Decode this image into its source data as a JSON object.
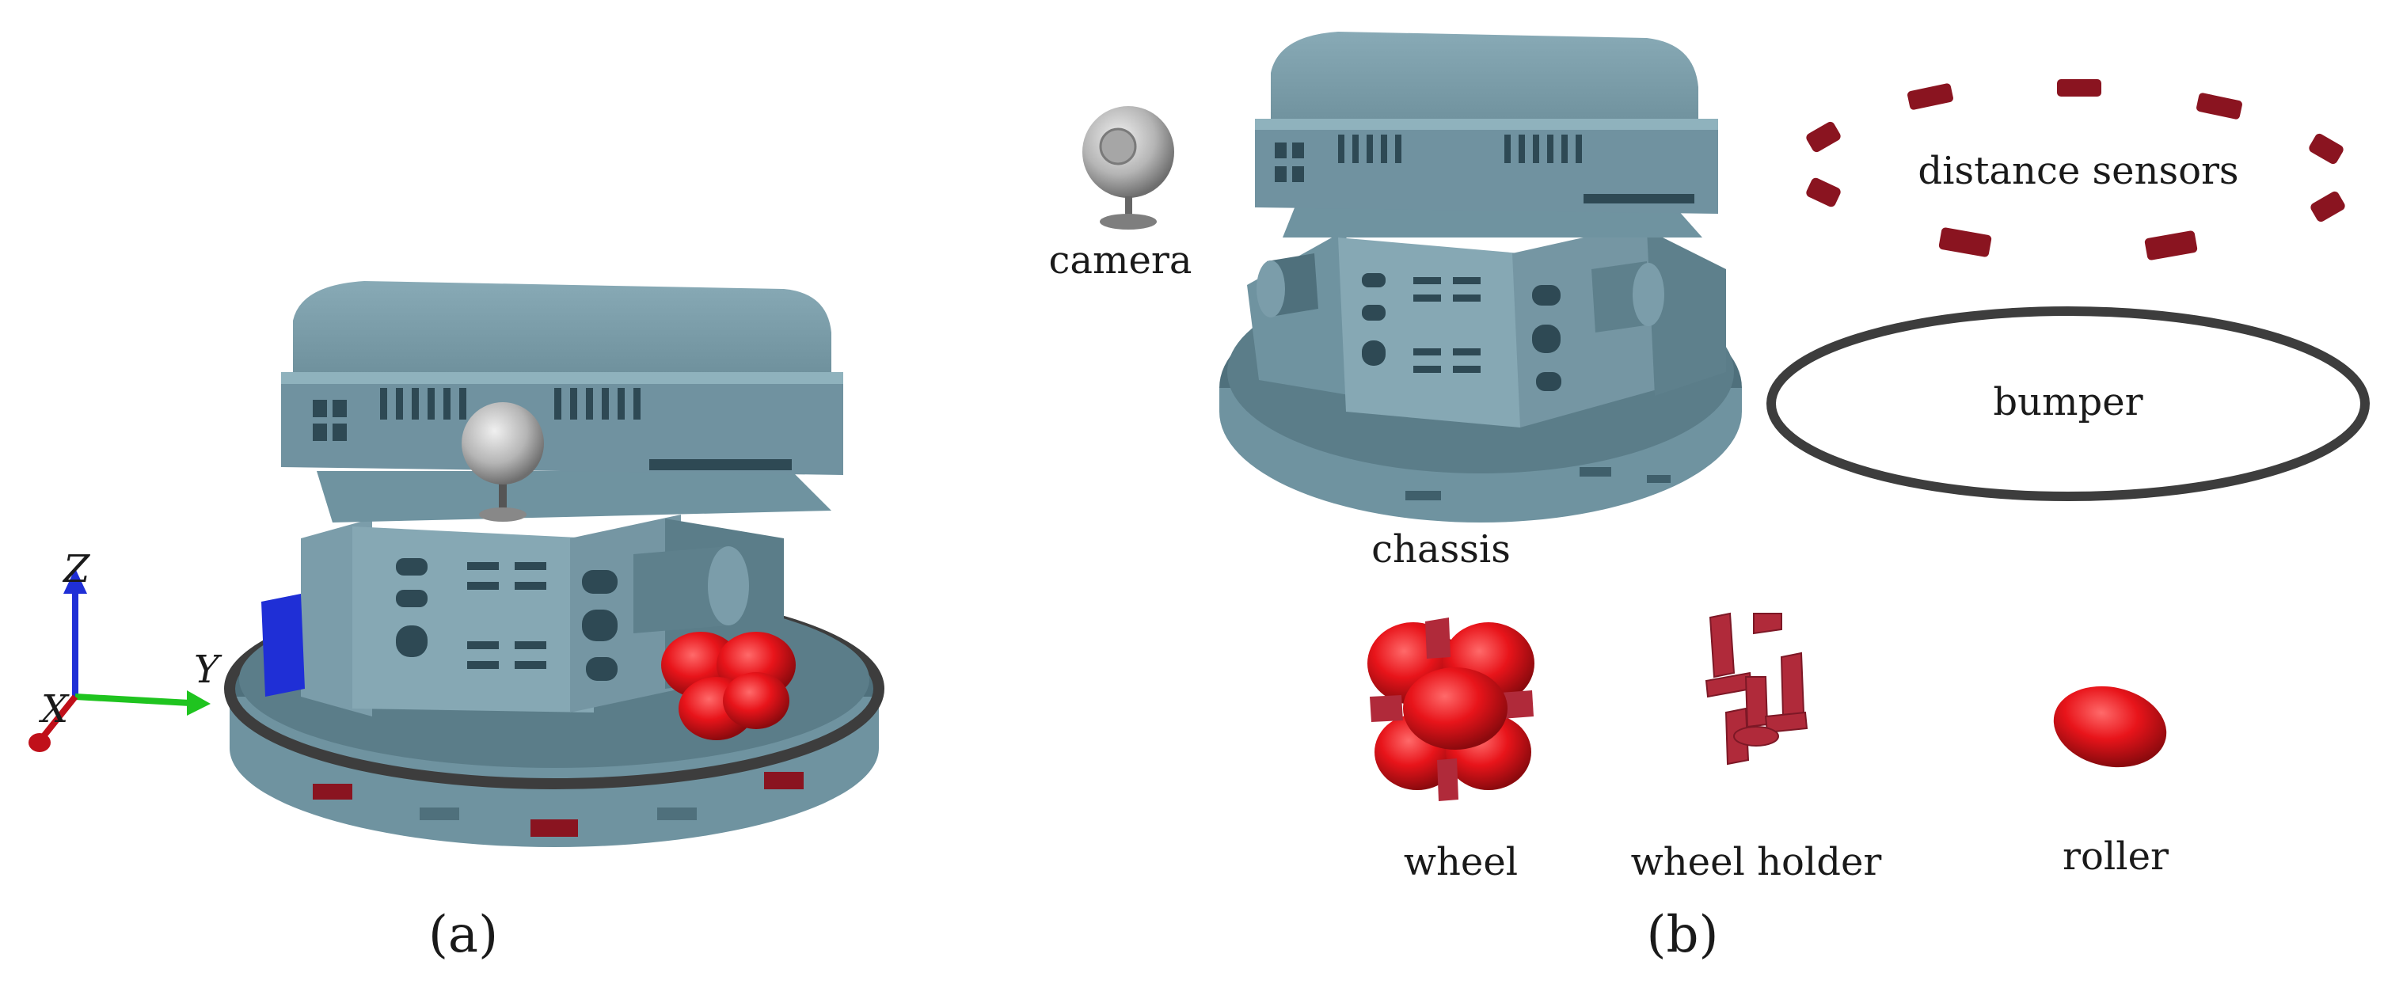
{
  "panels": [
    {
      "caption": "(a)"
    },
    {
      "caption": "(b)"
    }
  ],
  "axes": {
    "z": "Z",
    "y": "Y",
    "x": "X"
  },
  "parts": {
    "camera": "camera",
    "chassis": "chassis",
    "distance_sensors": "distance sensors",
    "bumper": "bumper",
    "wheel": "wheel",
    "wheel_holder": "wheel holder",
    "roller": "roller"
  },
  "colors": {
    "body": "#6f93a0",
    "body_dark": "#4f707c",
    "body_light": "#8fb2bd",
    "bumper": "#3d3d3d",
    "wheel": "#e8141a",
    "holder": "#b02a3a",
    "sensor": "#8a1420",
    "axis_z": "#1f2fd6",
    "axis_y": "#1fc41f",
    "axis_x": "#c0101a"
  }
}
